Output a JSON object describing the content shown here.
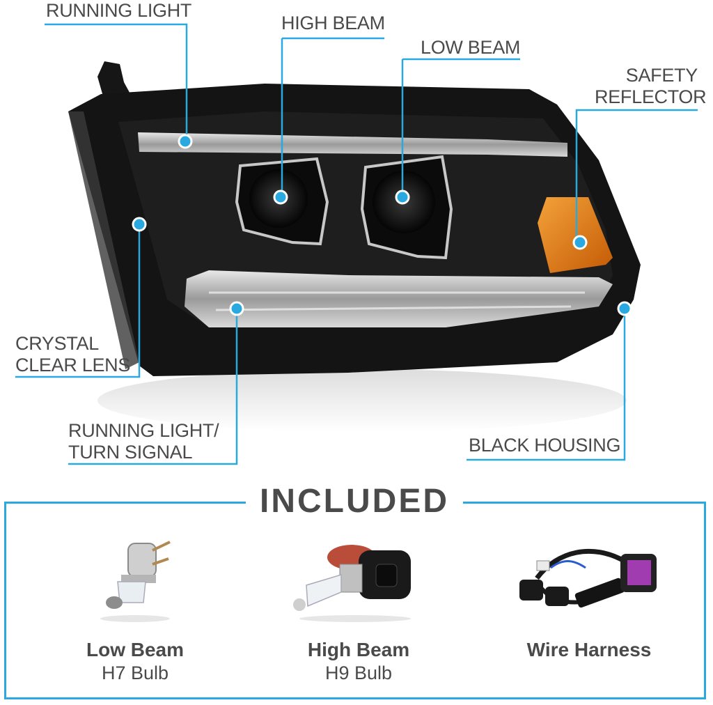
{
  "callouts": {
    "running_light": "RUNNING LIGHT",
    "high_beam": "HIGH BEAM",
    "low_beam": "LOW BEAM",
    "safety_reflector": "SAFETY\nREFLECTOR",
    "crystal_clear_lens": "CRYSTAL\nCLEAR LENS",
    "running_light_turn_signal": "RUNNING LIGHT/\nTURN SIGNAL",
    "black_housing": "BLACK HOUSING"
  },
  "included": {
    "title": "INCLUDED",
    "items": [
      {
        "name": "Low Beam",
        "sub": "H7 Bulb"
      },
      {
        "name": "High Beam",
        "sub": "H9 Bulb"
      },
      {
        "name": "Wire Harness",
        "sub": ""
      }
    ]
  },
  "colors": {
    "accent": "#2aa9e0",
    "text": "#4a4a4a",
    "housing": "#141414",
    "amber": "#e07a10"
  }
}
